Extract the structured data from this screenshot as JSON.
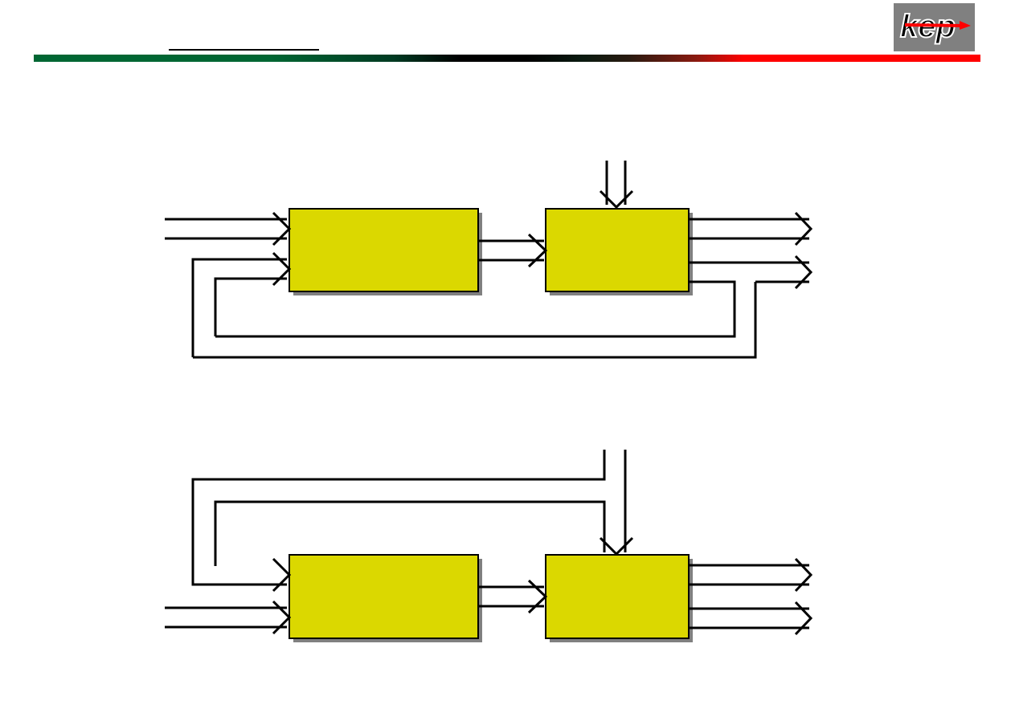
{
  "logo": {
    "text": "kep",
    "background": "#808080",
    "arrow_color": "#ff0000"
  },
  "colors": {
    "block_fill": "#dbd800",
    "shadow": "#808080",
    "line": "#000000"
  },
  "diagrams": [
    {
      "id": "feedback-from-outputs",
      "blocks": 2
    },
    {
      "id": "feedback-to-control",
      "blocks": 2
    }
  ]
}
